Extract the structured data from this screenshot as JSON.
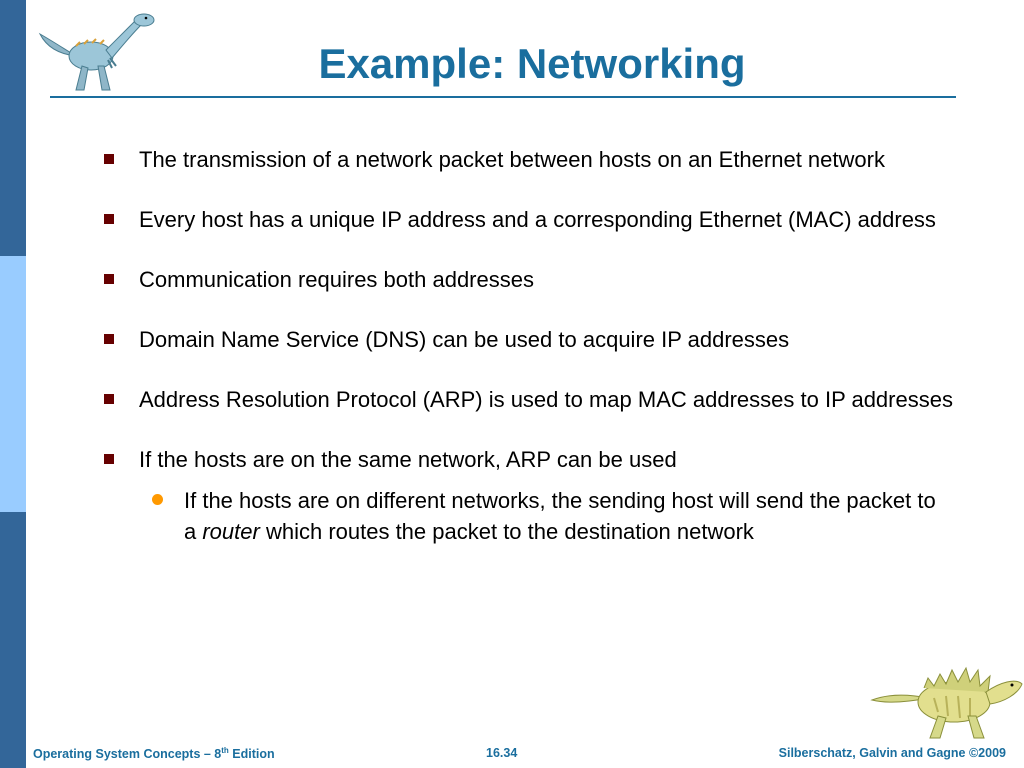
{
  "slide": {
    "title": "Example: Networking",
    "bullets": [
      "The transmission of a network packet between hosts on an Ethernet network",
      "Every host has a unique IP address and a corresponding Ethernet (MAC) address",
      "Communication requires both addresses",
      "Domain Name Service (DNS) can be used to acquire IP addresses",
      "Address Resolution Protocol (ARP) is used to map MAC addresses to IP addresses",
      "If the hosts are on the same network, ARP can be used"
    ],
    "sub_bullet": {
      "before": "If the hosts are on different networks, the sending host will send the packet to a ",
      "emphasis": "router",
      "after": " which routes the packet to the destination network"
    }
  },
  "footer": {
    "left_main": "Operating System Concepts – 8",
    "left_sup": "th",
    "left_end": " Edition",
    "center": "16.34",
    "right": "Silberschatz, Galvin and Gagne ©2009"
  },
  "colors": {
    "title": "#1a6e9e",
    "sidebar_dark": "#336699",
    "sidebar_light": "#99ccff",
    "bullet_square": "#660000",
    "bullet_dot": "#ff9900"
  },
  "icons": {
    "top_left": "dinosaur-illustration-icon",
    "bottom_right": "dinosaur-illustration-icon"
  }
}
